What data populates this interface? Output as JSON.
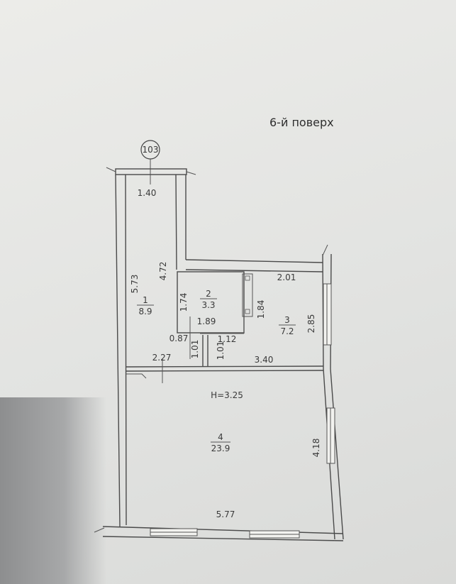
{
  "floor_title": "6-й поверх",
  "apartment_number": "103",
  "height_label": "H=3.25",
  "rooms": [
    {
      "number": "1",
      "area": "8.9"
    },
    {
      "number": "2",
      "area": "3.3"
    },
    {
      "number": "3",
      "area": "7.2"
    },
    {
      "number": "4",
      "area": "23.9"
    }
  ],
  "dimensions": {
    "d_140": "1.40",
    "d_573": "5.73",
    "d_472": "4.72",
    "d_201": "2.01",
    "d_174": "1.74",
    "d_184": "1.84",
    "d_285": "2.85",
    "d_189": "1.89",
    "d_087": "0.87",
    "d_112": "1.12",
    "d_101a": "1.01",
    "d_101b": "1.01",
    "d_227": "2.27",
    "d_340": "3.40",
    "d_418": "4.18",
    "d_577": "5.77"
  }
}
